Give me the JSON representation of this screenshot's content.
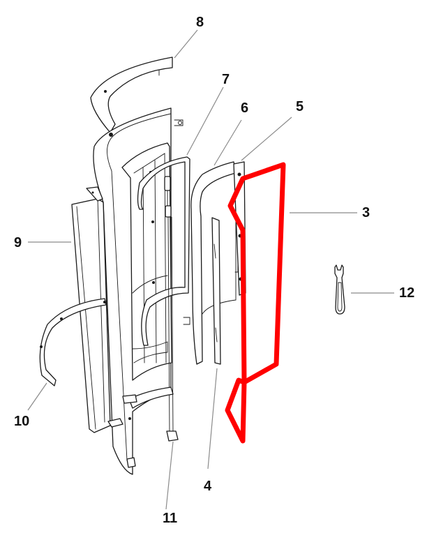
{
  "diagram": {
    "type": "exploded-parts-view",
    "description": "Exploded assembly of a cylindrical door/panel assembly with numbered part callouts",
    "highlight_color": "#ff0000",
    "highlighted_part": "3",
    "callouts": [
      {
        "id": "8",
        "label": "8"
      },
      {
        "id": "7",
        "label": "7"
      },
      {
        "id": "6",
        "label": "6"
      },
      {
        "id": "5",
        "label": "5"
      },
      {
        "id": "3",
        "label": "3"
      },
      {
        "id": "9",
        "label": "9"
      },
      {
        "id": "12",
        "label": "12"
      },
      {
        "id": "10",
        "label": "10"
      },
      {
        "id": "4",
        "label": "4"
      },
      {
        "id": "11",
        "label": "11"
      }
    ]
  }
}
